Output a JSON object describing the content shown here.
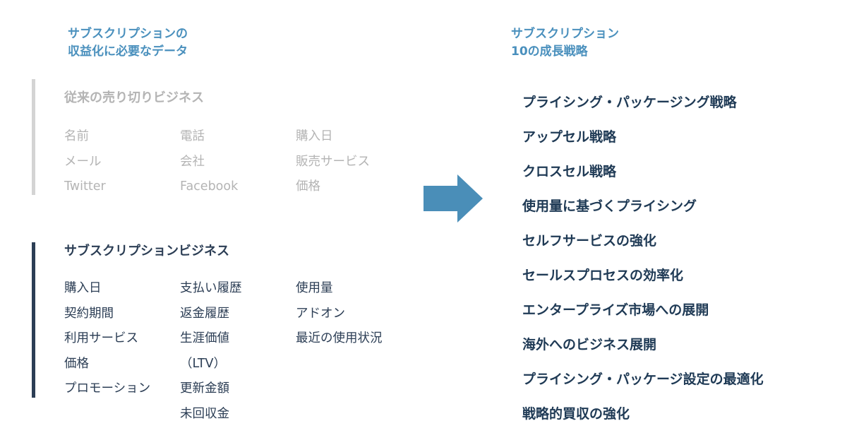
{
  "left_heading": {
    "line1": "サブスクリプションの",
    "line2": "収益化に必要なデータ"
  },
  "traditional": {
    "title": "従来の売り切りビジネス",
    "columns": [
      [
        "名前",
        "メール",
        "Twitter"
      ],
      [
        "電話",
        "会社",
        "Facebook"
      ],
      [
        "購入日",
        "販売サービス",
        "価格"
      ]
    ]
  },
  "subscription": {
    "title": "サブスクリプションビジネス",
    "columns": [
      [
        "購入日",
        "契約期間",
        "利用サービス",
        "価格",
        "プロモーション"
      ],
      [
        "支払い履歴",
        "返金履歴",
        "生涯価値",
        "（LTV）",
        "更新金額",
        "未回収金"
      ],
      [
        "使用量",
        "アドオン",
        "最近の使用状況"
      ]
    ]
  },
  "right_heading": {
    "line1": "サブスクリプション",
    "line2": "10の成長戦略"
  },
  "strategies": [
    "プライシング・パッケージング戦略",
    "アップセル戦略",
    "クロスセル戦略",
    "使用量に基づくプライシング",
    "セルフサービスの強化",
    "セールスプロセスの効率化",
    "エンタープライズ市場への展開",
    "海外へのビジネス展開",
    "プライシング・パッケージ設定の最適化",
    "戦略的買収の強化"
  ],
  "colors": {
    "heading_blue": "#4a90bd",
    "arrow_blue": "#4a8eb8",
    "dark_navy": "#2c3e55",
    "faded_gray": "#b4b4b4"
  },
  "icons": {
    "arrow": "right-arrow-icon"
  }
}
